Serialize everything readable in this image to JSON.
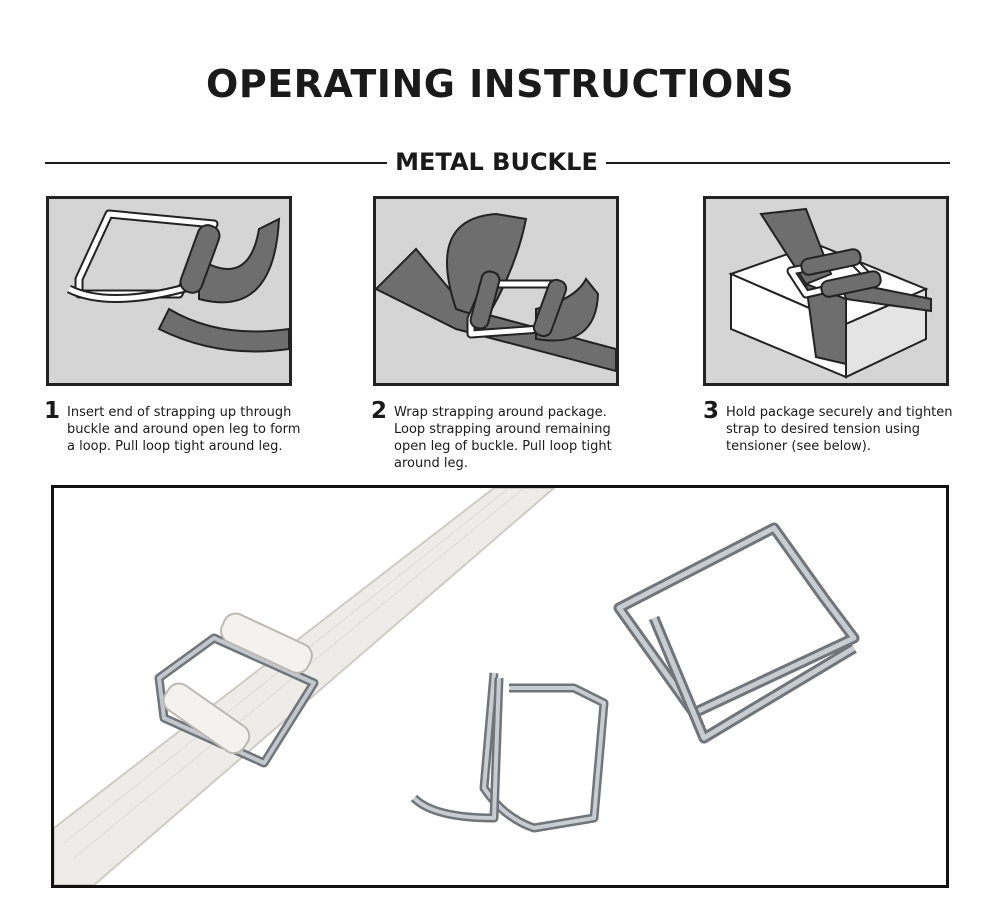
{
  "page_title": "OPERATING INSTRUCTIONS",
  "section_title": "METAL BUCKLE",
  "steps": [
    {
      "number": "1",
      "text": "Insert end of strapping up through buckle and around open leg to form a loop. Pull loop tight around leg."
    },
    {
      "number": "2",
      "text": "Wrap strapping around package. Loop strapping around remaining open leg of buckle. Pull loop tight around leg."
    },
    {
      "number": "3",
      "text": "Hold package securely and tighten strap to desired tension using tensioner (see below)."
    }
  ],
  "colors": {
    "panel_background": "#d5d5d5",
    "strap_gray": "#6e6e6e",
    "frame_black": "#1a1a1a",
    "metal_silver": "#9aa0a6"
  }
}
